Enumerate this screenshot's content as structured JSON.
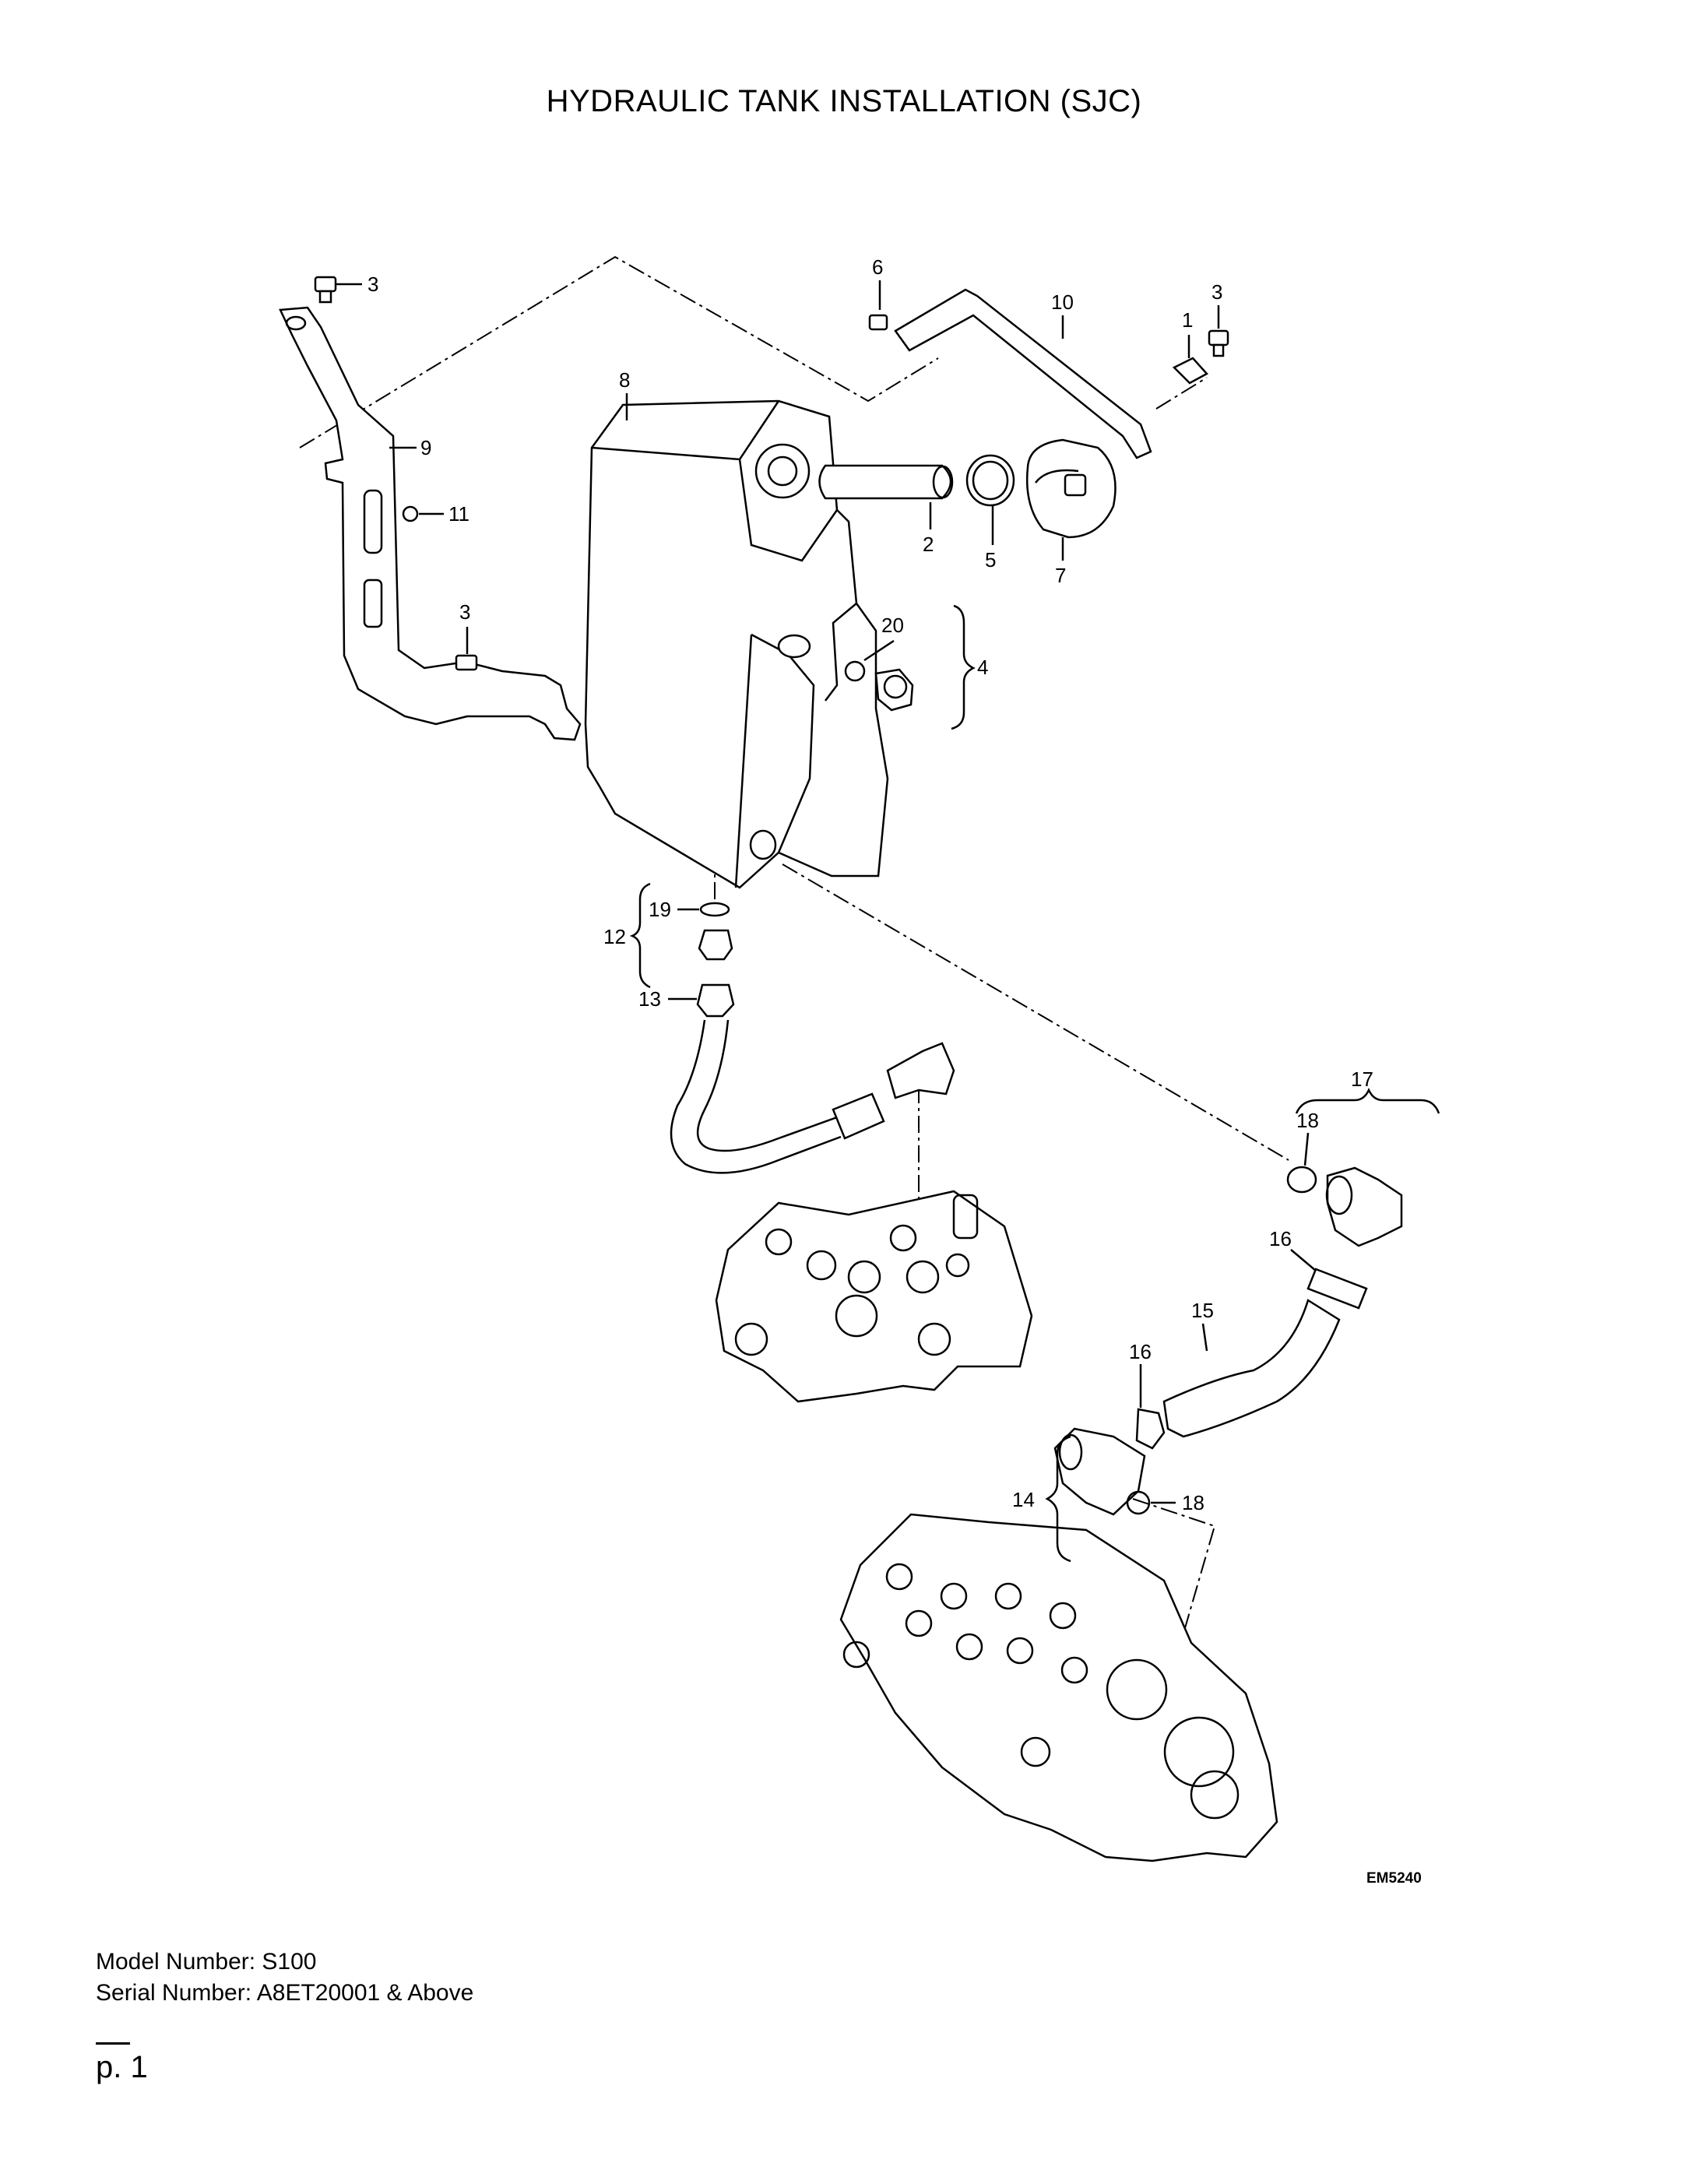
{
  "page": {
    "title": "HYDRAULIC TANK INSTALLATION (SJC)",
    "figure_code": "EM5240",
    "model_line": "Model Number: S100",
    "serial_line": "Serial Number: A8ET20001 & Above",
    "page_label": "p. 1"
  },
  "callouts": [
    "1",
    "2",
    "3",
    "4",
    "5",
    "6",
    "7",
    "8",
    "9",
    "10",
    "11",
    "12",
    "13",
    "14",
    "15",
    "16",
    "17",
    "18",
    "19",
    "20"
  ],
  "parts": [
    {
      "id": "tank",
      "label": "8"
    },
    {
      "id": "bracket-left",
      "label": "9"
    },
    {
      "id": "strap-top",
      "label": "10"
    },
    {
      "id": "filler-neck",
      "label": "2"
    },
    {
      "id": "gasket",
      "label": "5"
    },
    {
      "id": "filler-cap",
      "label": "7"
    },
    {
      "id": "sight-gauge",
      "label": "4"
    },
    {
      "id": "drain-fitting",
      "label": "12"
    },
    {
      "id": "hose-lower",
      "label": "13"
    },
    {
      "id": "elbow-fitting-top",
      "label": "17"
    },
    {
      "id": "hose-clamp",
      "label": "16"
    },
    {
      "id": "suction-hose",
      "label": "15"
    },
    {
      "id": "elbow-fitting-bottom",
      "label": "14"
    },
    {
      "id": "o-ring",
      "label": "18"
    },
    {
      "id": "o-ring-small",
      "label": "19"
    },
    {
      "id": "o-ring-gauge",
      "label": "20"
    },
    {
      "id": "bolt",
      "label": "3"
    },
    {
      "id": "nut",
      "label": "11"
    },
    {
      "id": "screw",
      "label": "6"
    },
    {
      "id": "plate",
      "label": "1"
    }
  ]
}
